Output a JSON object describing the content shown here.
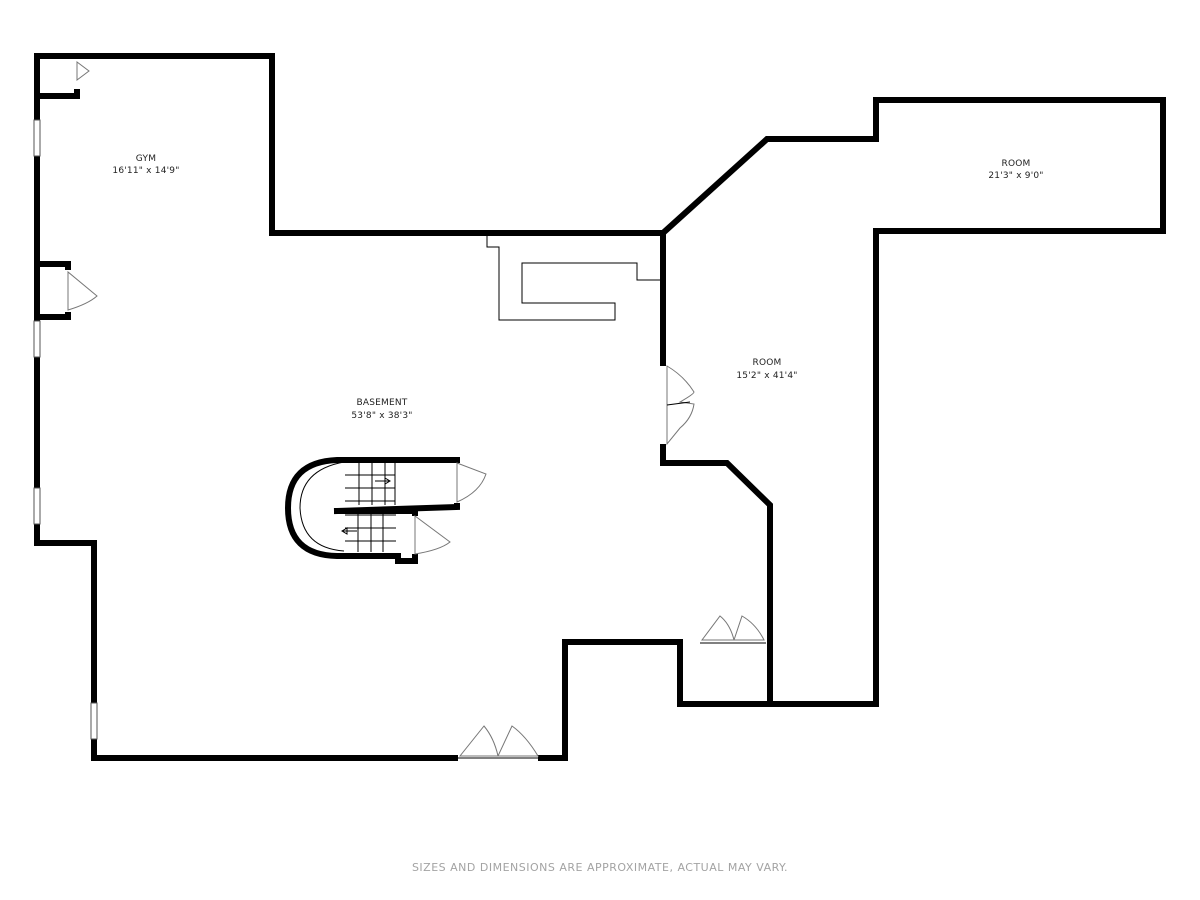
{
  "rooms": [
    {
      "name": "GYM",
      "dims": "16'11\" x 14'9\""
    },
    {
      "name": "ROOM",
      "dims": "21'3\" x 9'0\""
    },
    {
      "name": "BASEMENT",
      "dims": "53'8\" x 38'3\""
    },
    {
      "name": "ROOM",
      "dims": "15'2\" x 41'4\""
    }
  ],
  "disclaimer": "SIZES AND DIMENSIONS ARE APPROXIMATE, ACTUAL MAY VARY.",
  "colors": {
    "wall": "#000000",
    "background": "#ffffff",
    "disclaimer_text": "#a3a3a3"
  }
}
